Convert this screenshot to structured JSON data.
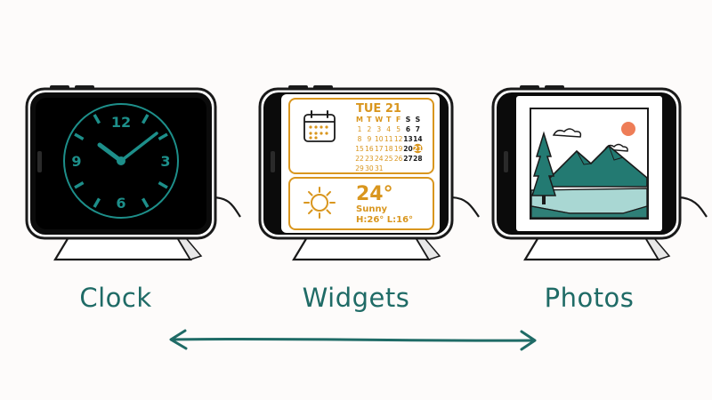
{
  "colors": {
    "ink": "#1a1a1a",
    "teal": "#1f6b66",
    "clock_face": "#1d8f8a",
    "widget_accent": "#d9961e",
    "sun": "#ee7d57",
    "water": "#a9d7d3"
  },
  "clock": {
    "numerals": [
      "12",
      "3",
      "6",
      "9"
    ]
  },
  "widgets": {
    "calendar": {
      "icon": "calendar-icon",
      "header": "TUE 21",
      "weekdays": [
        "M",
        "T",
        "W",
        "T",
        "F",
        "S",
        "S"
      ],
      "weeks": [
        [
          "1",
          "2",
          "3",
          "4",
          "5",
          "6",
          "7"
        ],
        [
          "8",
          "9",
          "10",
          "11",
          "12",
          "13",
          "14"
        ],
        [
          "15",
          "16",
          "17",
          "18",
          "19",
          "20",
          "21"
        ],
        [
          "22",
          "23",
          "24",
          "25",
          "26",
          "27",
          "28"
        ],
        [
          "29",
          "30",
          "31"
        ]
      ],
      "today": "21"
    },
    "weather": {
      "icon": "sun-icon",
      "temperature": "24°",
      "condition": "Sunny",
      "range": "H:26° L:16°"
    }
  },
  "photos": {
    "image": "mountain-lake-landscape"
  },
  "labels": {
    "clock": "Clock",
    "widgets": "Widgets",
    "photos": "Photos"
  },
  "navigation": {
    "icon": "double-arrow-icon"
  }
}
